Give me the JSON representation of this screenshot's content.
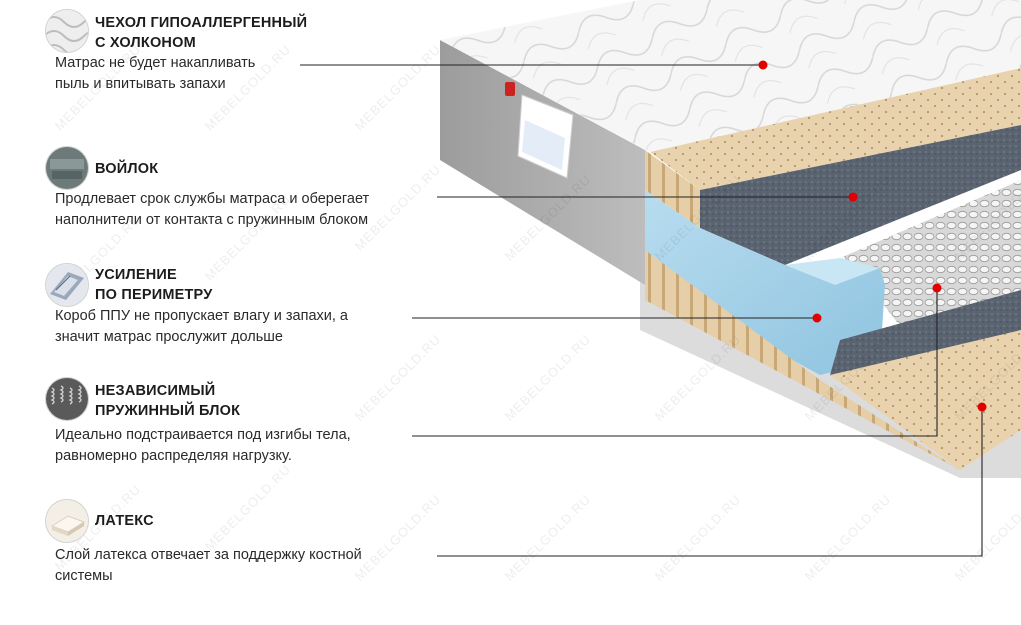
{
  "features": [
    {
      "title": "ЧЕХОЛ ГИПОАЛЛЕРГЕННЫЙ\nС ХОЛКОНОМ",
      "description": "Матрас не будет накапливать\nпыль и впитывать запахи",
      "icon": "quilted-cover-icon"
    },
    {
      "title": "ВОЙЛОК",
      "description": "Продлевает срок службы матраса  и оберегает\nнаполнители от контакта с пружинным блоком",
      "icon": "felt-layer-icon"
    },
    {
      "title": "УСИЛЕНИЕ\nПО ПЕРИМЕТРУ",
      "description": "Короб ППУ не пропускает влагу и запахи, а\nзначит матрас прослужит дольше",
      "icon": "perimeter-reinforcement-icon"
    },
    {
      "title": "НЕЗАВИСИМЫЙ\nПРУЖИННЫЙ БЛОК",
      "description": "Идеально подстраивается под изгибы тела,\nравномерно распределяя нагрузку.",
      "icon": "spring-block-icon"
    },
    {
      "title": "ЛАТЕКС",
      "description": "Слой латекса отвечает за поддержку костной\nсистемы",
      "icon": "latex-layer-icon"
    }
  ],
  "watermark": "MEBELGOLD.RU",
  "colors": {
    "marker": "#e10000",
    "leader_line": "#222222",
    "title_text": "#1c1c1c",
    "cover": "#f4f4f4",
    "side_gray": "#a9a9a9",
    "latex": "#e8d2ad",
    "foam": "#a9d4ea",
    "felt": "#5b6470"
  }
}
